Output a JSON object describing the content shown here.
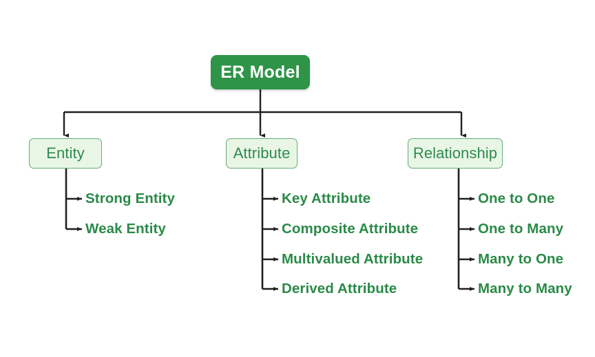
{
  "diagram": {
    "title": "ER Model",
    "colors": {
      "root_fill": "#2e9447",
      "root_text": "#ffffff",
      "branch_fill": "#e9f6e6",
      "branch_border": "#63ab72",
      "branch_text": "#2f8a4e",
      "leaf_text": "#2a8a47",
      "connector": "#1f1f1f",
      "background": "#ffffff"
    },
    "root": {
      "label": "ER Model"
    },
    "branches": [
      {
        "label": "Entity",
        "leaves": [
          {
            "label": "Strong Entity"
          },
          {
            "label": "Weak Entity"
          }
        ]
      },
      {
        "label": "Attribute",
        "leaves": [
          {
            "label": "Key Attribute"
          },
          {
            "label": "Composite Attribute"
          },
          {
            "label": "Multivalued Attribute"
          },
          {
            "label": "Derived Attribute"
          }
        ]
      },
      {
        "label": "Relationship",
        "leaves": [
          {
            "label": "One to One"
          },
          {
            "label": "One to Many"
          },
          {
            "label": "Many to One"
          },
          {
            "label": "Many to Many"
          }
        ]
      }
    ]
  }
}
